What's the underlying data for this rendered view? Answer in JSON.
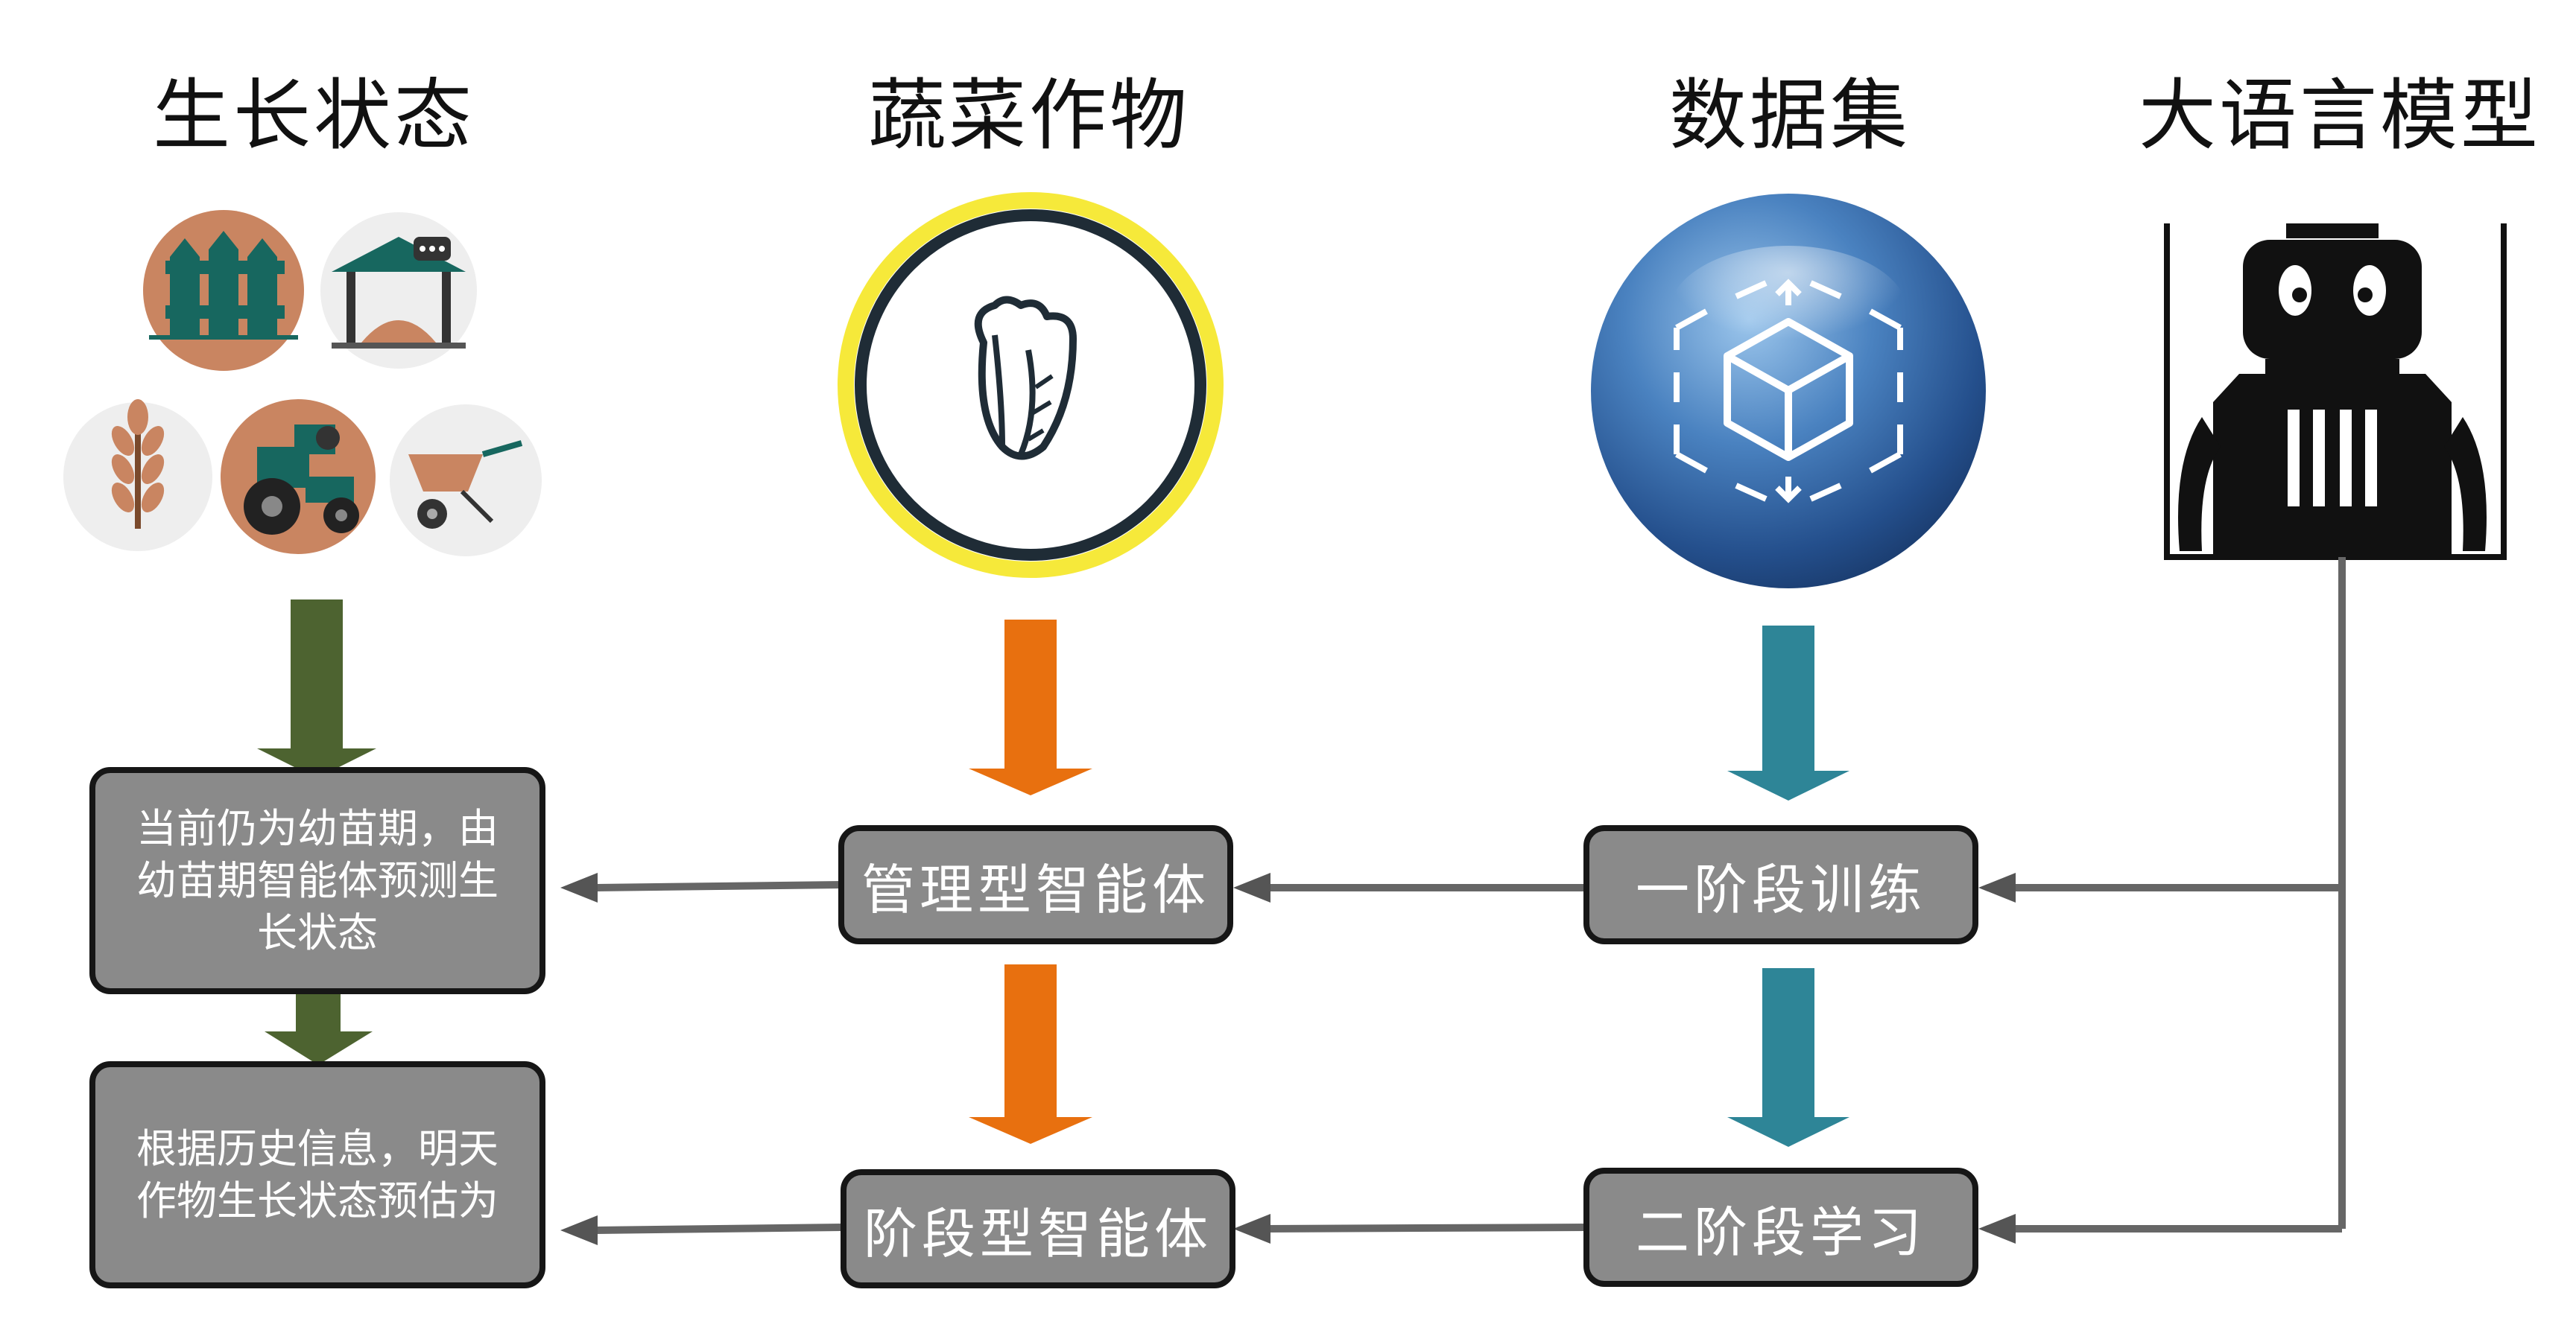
{
  "columns": {
    "growth": "生长状态",
    "crops": "蔬菜作物",
    "dataset": "数据集",
    "llm": "大语言模型"
  },
  "boxes": {
    "current_state": "当前仍为幼苗期，由幼苗期智能体预测生长状态",
    "prediction": "根据历史信息，明天作物生长状态预估为",
    "management_agent": "管理型智能体",
    "stage_agent": "阶段型智能体",
    "stage1_training": "一阶段训练",
    "stage2_learning": "二阶段学习"
  },
  "colors": {
    "green_arrow": "#4d6330",
    "orange_arrow": "#e8700f",
    "teal_arrow": "#2e8597",
    "gray_arrow": "#555555",
    "box_fill": "#8a8a8a",
    "icon_brown": "#c98561",
    "icon_teal": "#17675f",
    "ring_yellow": "#f6e93a",
    "sphere_blue": "#3a72b3"
  }
}
